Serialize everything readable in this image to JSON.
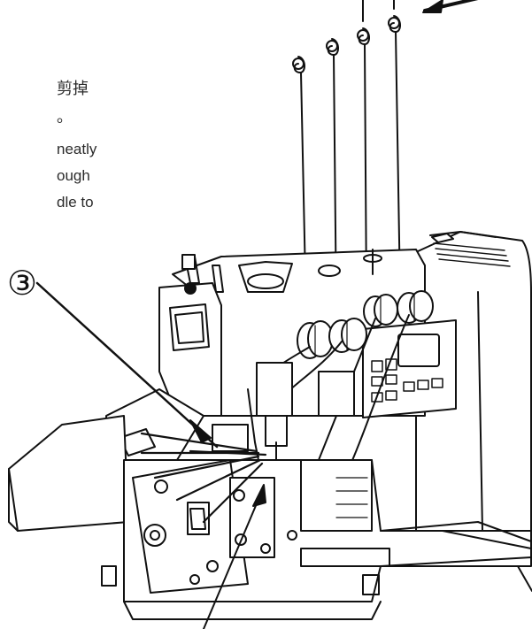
{
  "text_fragments": {
    "cn_line1": "剪掉",
    "cn_line2": "。",
    "en_line1": "neatly",
    "en_line2": "ough",
    "en_line3": "dle to"
  },
  "callout_marker": "③",
  "colors": {
    "line": "#111111",
    "fill": "#ffffff",
    "text": "#2b2b2b"
  },
  "icons": [
    "overlock-sewing-machine-illustration",
    "thread-guide-icon",
    "arrow-icon"
  ]
}
